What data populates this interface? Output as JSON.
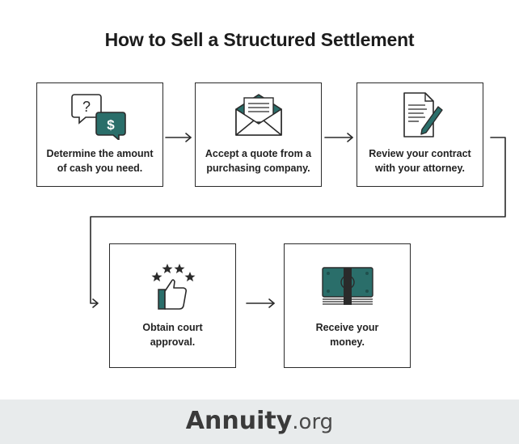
{
  "title": "How to Sell a Structured Settlement",
  "steps": [
    {
      "label": "Determine the amount\nof cash you need.",
      "icon": "question-dollar-chat-icon"
    },
    {
      "label": "Accept a quote from a\npurchasing company.",
      "icon": "envelope-letter-icon"
    },
    {
      "label": "Review your contract\nwith your attorney.",
      "icon": "document-pen-icon"
    },
    {
      "label": "Obtain court\napproval.",
      "icon": "thumbs-up-stars-icon"
    },
    {
      "label": "Receive your\nmoney.",
      "icon": "money-stack-icon"
    }
  ],
  "footer": {
    "brand_bold": "Annuity",
    "brand_light": ".org"
  },
  "colors": {
    "accent": "#2a6e6a",
    "line": "#2a2a2a",
    "footer_bg": "#e8ebec"
  }
}
